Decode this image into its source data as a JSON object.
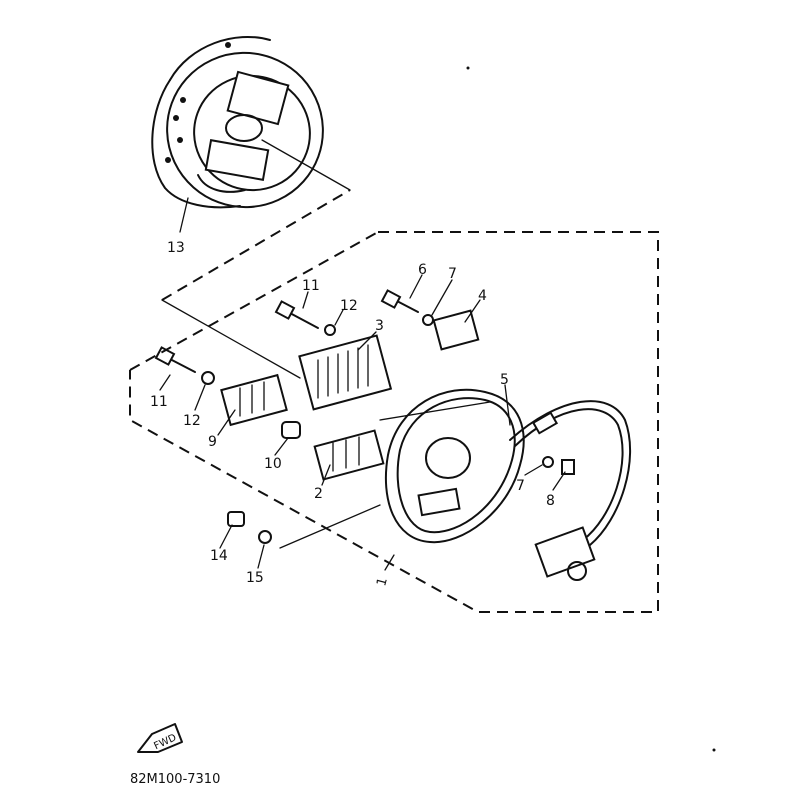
{
  "diagram_code": "82M100-7310",
  "fwd_label": "FWD",
  "parts": [
    {
      "num": "1"
    },
    {
      "num": "2"
    },
    {
      "num": "3"
    },
    {
      "num": "4"
    },
    {
      "num": "5"
    },
    {
      "num": "6"
    },
    {
      "num": "7"
    },
    {
      "num": "8"
    },
    {
      "num": "9"
    },
    {
      "num": "10"
    },
    {
      "num": "11"
    },
    {
      "num": "12"
    },
    {
      "num": "13"
    },
    {
      "num": "14"
    },
    {
      "num": "15"
    }
  ],
  "extra_labels": {
    "p11b": "11",
    "p12b": "12",
    "p7b": "7"
  }
}
